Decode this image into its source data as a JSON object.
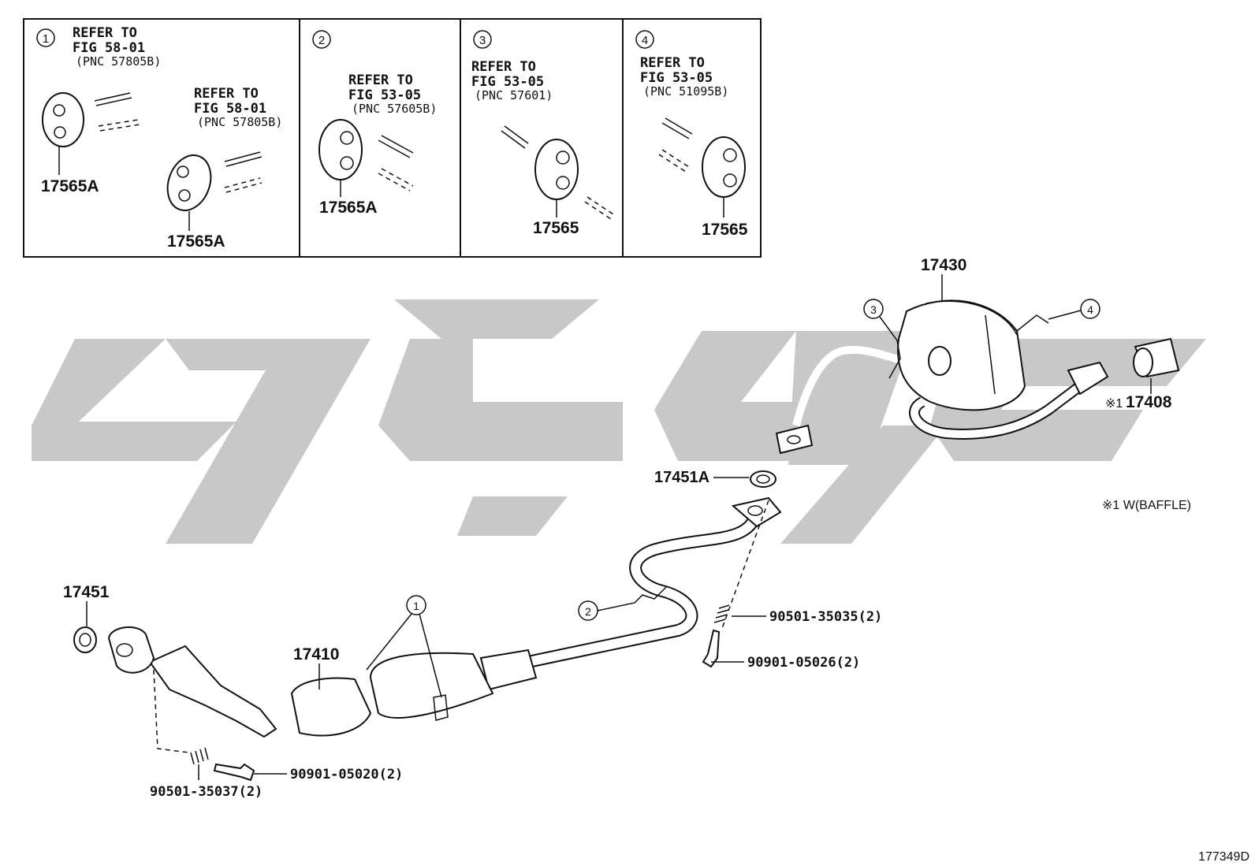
{
  "insets": [
    {
      "index": "1",
      "refs": [
        {
          "refer_to": "REFER TO",
          "fig": "FIG 58-01",
          "pnc": "(PNC 57805B)"
        },
        {
          "refer_to": "REFER TO",
          "fig": "FIG 58-01",
          "pnc": "(PNC 57805B)"
        }
      ],
      "parts": [
        "17565A",
        "17565A"
      ]
    },
    {
      "index": "2",
      "refs": [
        {
          "refer_to": "REFER TO",
          "fig": "FIG 53-05",
          "pnc": "(PNC 57605B)"
        }
      ],
      "parts": [
        "17565A"
      ]
    },
    {
      "index": "3",
      "refs": [
        {
          "refer_to": "REFER TO",
          "fig": "FIG 53-05",
          "pnc": "(PNC 57601)"
        }
      ],
      "parts": [
        "17565"
      ]
    },
    {
      "index": "4",
      "refs": [
        {
          "refer_to": "REFER TO",
          "fig": "FIG 53-05",
          "pnc": "(PNC 51095B)"
        }
      ],
      "parts": [
        "17565"
      ]
    }
  ],
  "main": {
    "parts": {
      "muffler": "17430",
      "tail_tip": "17408",
      "tail_tip_mark": "※1",
      "gasket_center": "17451A",
      "gasket_front": "17451",
      "front_pipe": "17410",
      "spring_center": "90501-35035(2)",
      "bolt_center": "90901-05026(2)",
      "bolt_front": "90901-05020(2)",
      "spring_front": "90501-35037(2)"
    },
    "callouts": {
      "c1": "1",
      "c2": "2",
      "c3": "3",
      "c4": "4"
    },
    "footnote": "※1 W(BAFFLE)",
    "figure_code": "177349D"
  }
}
